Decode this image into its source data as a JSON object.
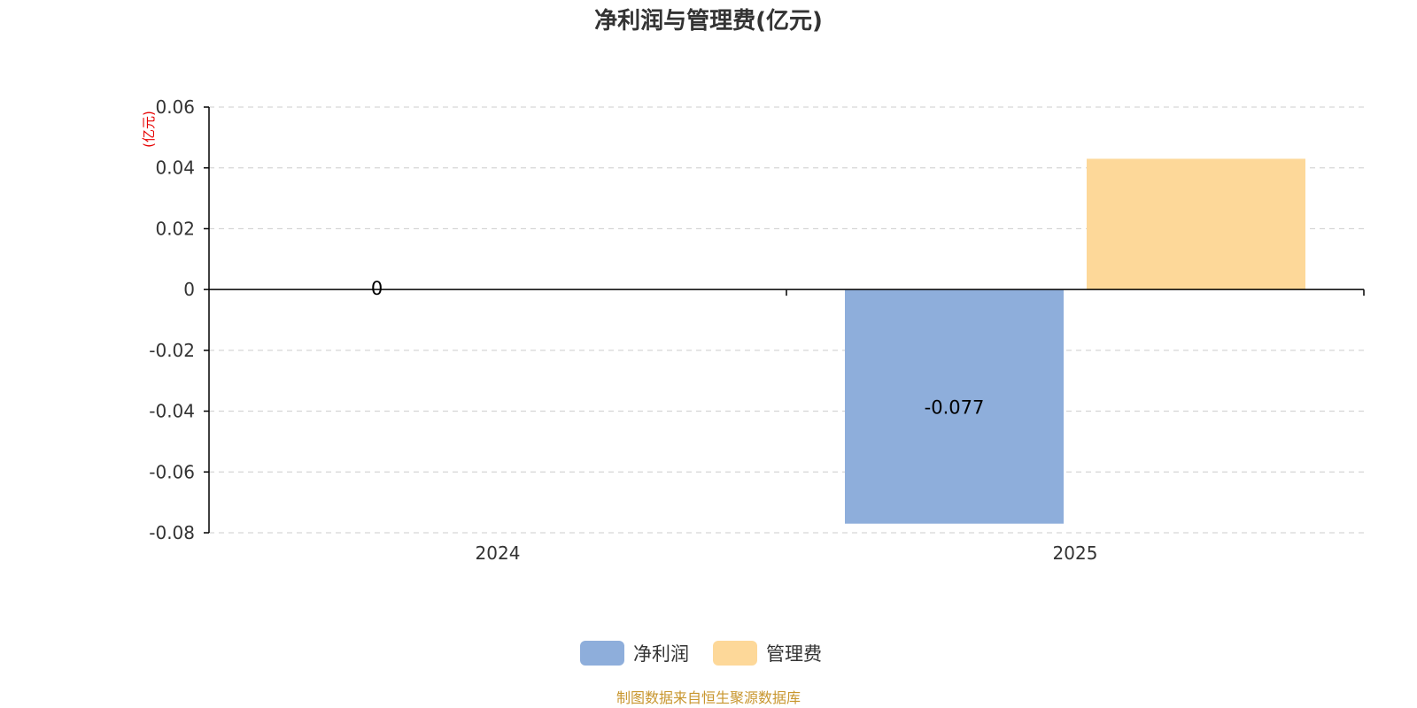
{
  "chart_data": {
    "type": "bar",
    "title": "净利润与管理费(亿元)",
    "ylabel": "(亿元)",
    "xlabel": "",
    "categories": [
      "2024",
      "2025"
    ],
    "series": [
      {
        "name": "净利润",
        "values": [
          0,
          -0.077
        ],
        "color": "#8eaedb",
        "labels": [
          "0",
          "-0.077"
        ]
      },
      {
        "name": "管理费",
        "values": [
          0,
          0.043
        ],
        "color": "#fdd899",
        "labels": [
          "",
          ""
        ]
      }
    ],
    "ylim": [
      -0.08,
      0.06
    ],
    "yticks": [
      0.06,
      0.04,
      0.02,
      0,
      -0.02,
      -0.04,
      -0.06,
      -0.08
    ],
    "ytick_labels": [
      "0.06",
      "0.04",
      "0.02",
      "0",
      "-0.02",
      "-0.04",
      "-0.06",
      "-0.08"
    ],
    "grid": true,
    "legend_position": "bottom-center",
    "source": "制图数据来自恒生聚源数据库"
  }
}
